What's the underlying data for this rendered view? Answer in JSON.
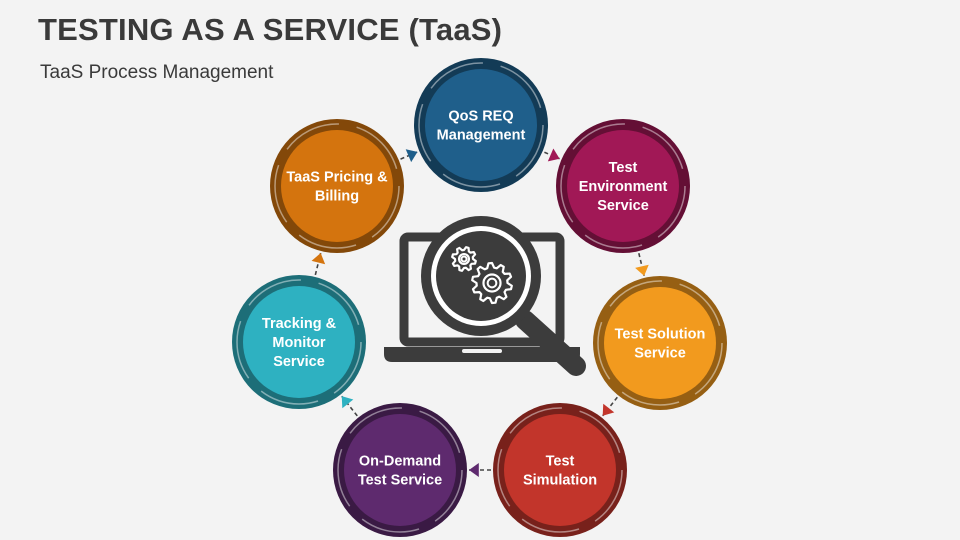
{
  "title": "TESTING AS A SERVICE (TaaS)",
  "subtitle": "TaaS Process Management",
  "center_icon": "laptop-magnifier-gears-icon",
  "nodes": [
    {
      "lines": [
        "QoS REQ",
        "Management"
      ],
      "color": "#1f5f8b"
    },
    {
      "lines": [
        "Test",
        "Environment",
        "Service"
      ],
      "color": "#a11856"
    },
    {
      "lines": [
        "Test Solution",
        "Service"
      ],
      "color": "#f29a1e"
    },
    {
      "lines": [
        "Test",
        "Simulation"
      ],
      "color": "#c2352b"
    },
    {
      "lines": [
        "On-Demand",
        "Test Service"
      ],
      "color": "#5e2a6e"
    },
    {
      "lines": [
        "Tracking &",
        "Monitor",
        "Service"
      ],
      "color": "#2eb1c1"
    },
    {
      "lines": [
        "TaaS Pricing &",
        "Billing"
      ],
      "color": "#d4740e"
    }
  ]
}
